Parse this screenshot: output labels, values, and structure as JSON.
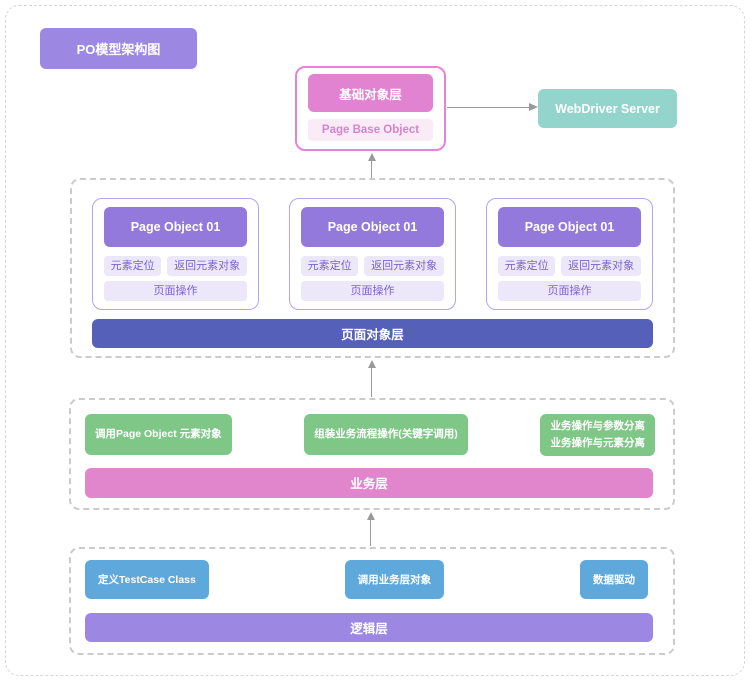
{
  "diagram": {
    "badge": "PO模型架构图",
    "base_object": {
      "header": "基础对象层",
      "sub": "Page Base Object"
    },
    "webdriver_label": "WebDriver Server",
    "page_object_layer": {
      "cards": [
        {
          "title": "Page Object 01",
          "pills": [
            "元素定位",
            "返回元素对象",
            "页面操作"
          ]
        },
        {
          "title": "Page Object 01",
          "pills": [
            "元素定位",
            "返回元素对象",
            "页面操作"
          ]
        },
        {
          "title": "Page Object 01",
          "pills": [
            "元素定位",
            "返回元素对象",
            "页面操作"
          ]
        }
      ],
      "bar": "页面对象层"
    },
    "business_layer": {
      "boxes": [
        {
          "lines": [
            "调用Page Object 元素对象"
          ]
        },
        {
          "lines": [
            "组装业务流程操作(关键字调用)"
          ]
        },
        {
          "lines": [
            "业务操作与参数分离",
            "业务操作与元素分离"
          ]
        }
      ],
      "bar": "业务层"
    },
    "logic_layer": {
      "boxes": [
        "定义TestCase Class",
        "调用业务层对象",
        "数据驱动"
      ],
      "bar": "逻辑层"
    },
    "colors": {
      "badge_purple": "#9C87E2",
      "base_pink": "#E283D2",
      "base_pink_light_bg": "#FAECF7",
      "base_border_pink": "#EB81D6",
      "webdriver_teal": "#93D4CC",
      "card_header_purple": "#9279DB",
      "card_border_purple": "#B5A3EC",
      "pill_bg": "#ECE7F9",
      "pill_text": "#7C63CF",
      "page_layer_bar_indigo": "#5561B8",
      "business_green": "#7FC787",
      "business_bar_pink": "#E186CD",
      "logic_blue": "#5FA8DC",
      "logic_bar_purple": "#9C87E2",
      "arrow_gray": "#9A9A9A",
      "dashed_border_gray": "#CBCBCB"
    }
  }
}
